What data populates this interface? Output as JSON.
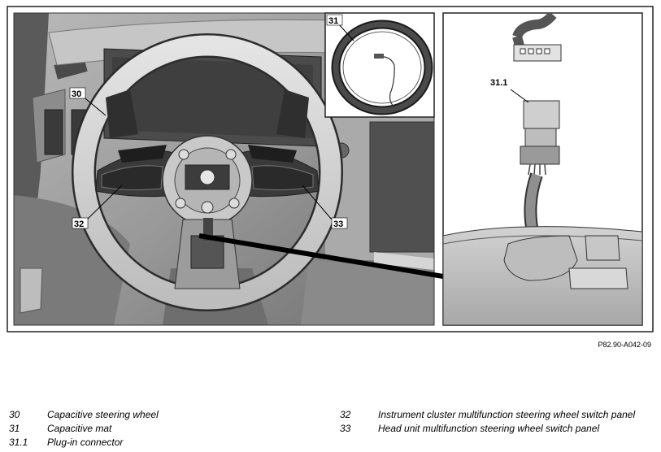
{
  "figure_code": "P82.90-A042-09",
  "callouts": {
    "c30": "30",
    "c31": "31",
    "c31_1": "31.1",
    "c32": "32",
    "c33": "33"
  },
  "legend_left": [
    {
      "num": "30",
      "text": "Capacitive steering wheel"
    },
    {
      "num": "31",
      "text": "Capacitive mat"
    },
    {
      "num": "31.1",
      "text": "Plug-in connector"
    }
  ],
  "legend_right": [
    {
      "num": "32",
      "text": "Instrument cluster multifunction steering wheel switch panel"
    },
    {
      "num": "33",
      "text": "Head unit multifunction steering wheel switch panel"
    }
  ]
}
